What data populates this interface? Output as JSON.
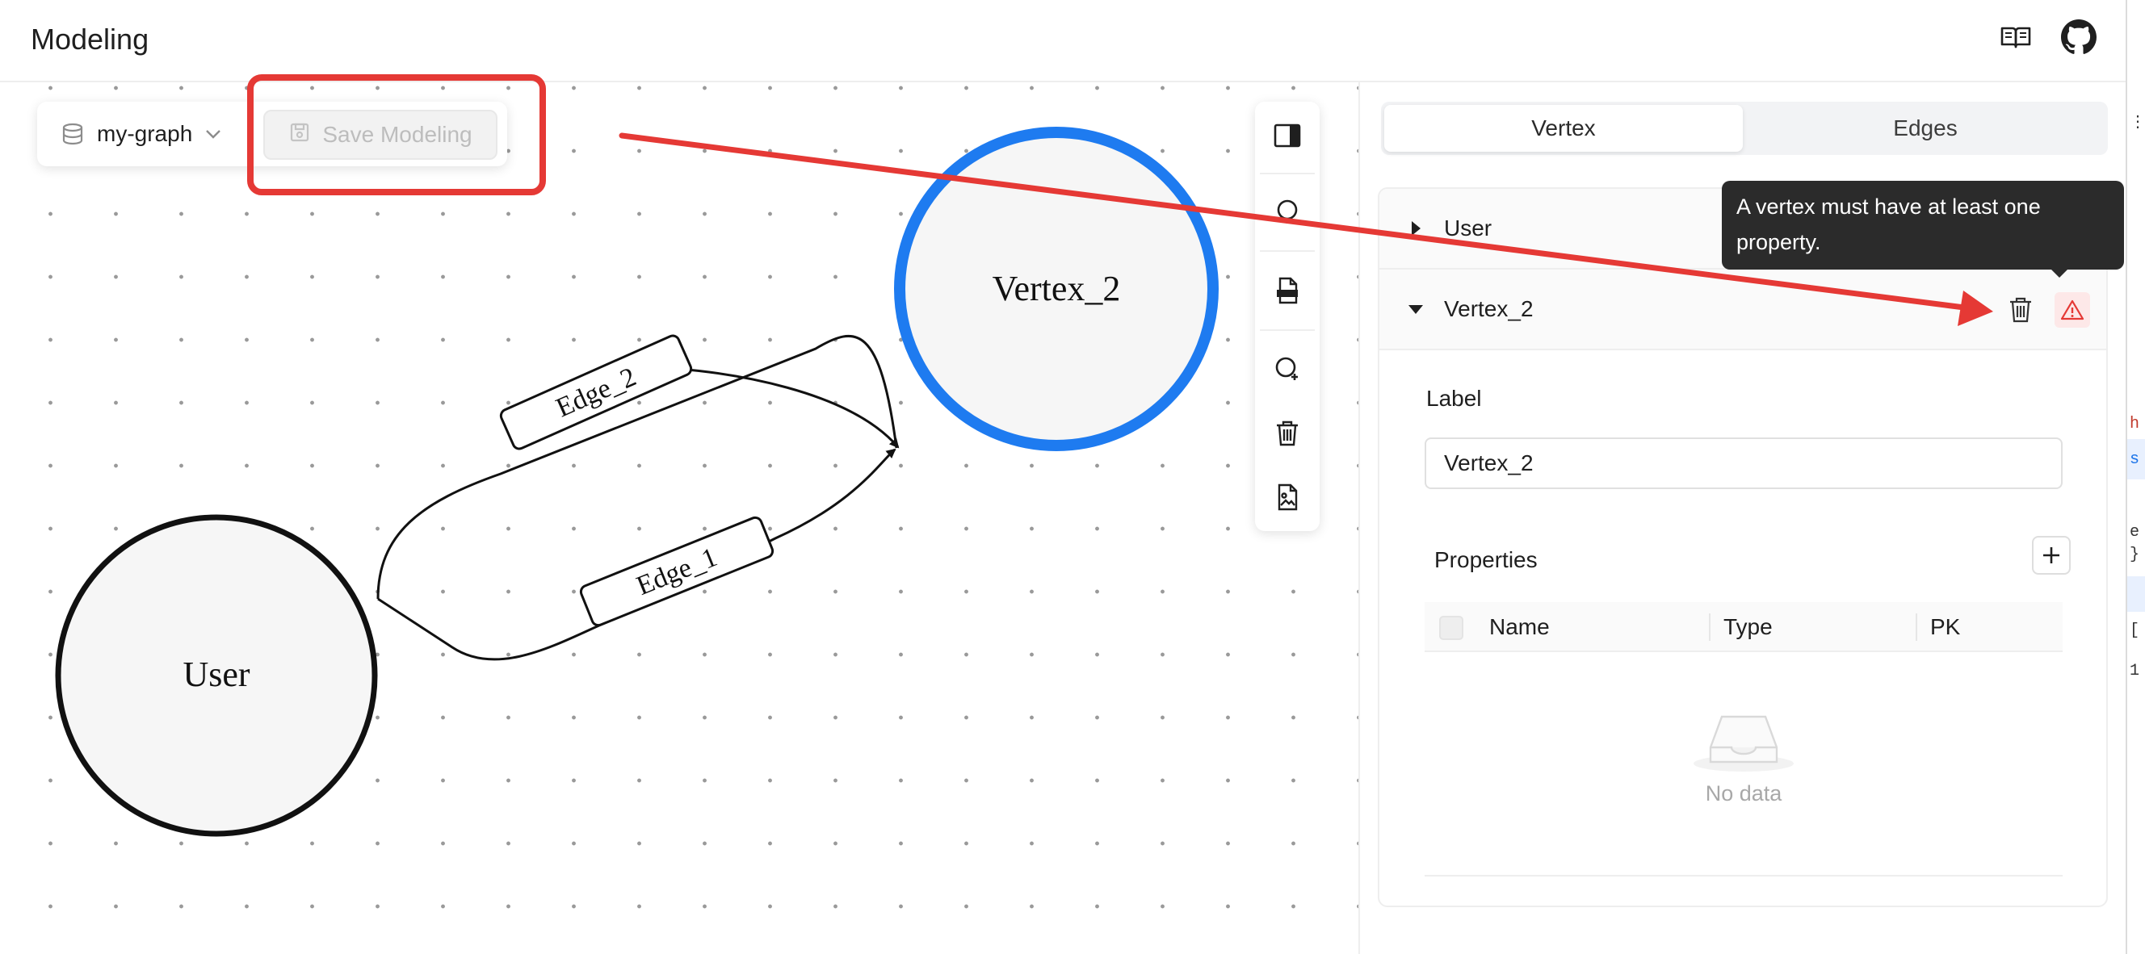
{
  "header": {
    "title": "Modeling",
    "icons": [
      "docs-book-icon",
      "github-icon"
    ]
  },
  "toolbar": {
    "graph_name": "my-graph",
    "graph_icon": "database-icon",
    "save_label": "Save Modeling",
    "save_disabled": true
  },
  "graph": {
    "vertices": [
      {
        "label": "User",
        "selected": false
      },
      {
        "label": "Vertex_2",
        "selected": true
      }
    ],
    "edges": [
      {
        "label": "Edge_2",
        "source": "User",
        "target": "Vertex_2"
      },
      {
        "label": "Edge_1",
        "source": "User",
        "target": "Vertex_2"
      }
    ],
    "selected_color": "#1e7bf0"
  },
  "side_tools": [
    "toggle-panel-icon",
    "add-vertex-icon",
    "export-json-icon",
    "add-edge-icon",
    "delete-icon",
    "export-image-icon"
  ],
  "panel": {
    "tabs": [
      {
        "label": "Vertex",
        "active": true
      },
      {
        "label": "Edges",
        "active": false
      }
    ],
    "items": [
      {
        "title": "User",
        "expanded": false
      },
      {
        "title": "Vertex_2",
        "expanded": true,
        "warning": true
      }
    ],
    "label_field": {
      "label": "Label",
      "value": "Vertex_2"
    },
    "properties": {
      "title": "Properties",
      "columns": [
        "Name",
        "Type",
        "PK"
      ],
      "empty_text": "No data"
    }
  },
  "tooltip": {
    "text": "A vertex must have at least one property."
  },
  "annotation_color": "#e53935",
  "devtools": {
    "glyphs": [
      "⋮",
      "h",
      "s",
      "e",
      "}",
      "[",
      "1"
    ]
  }
}
